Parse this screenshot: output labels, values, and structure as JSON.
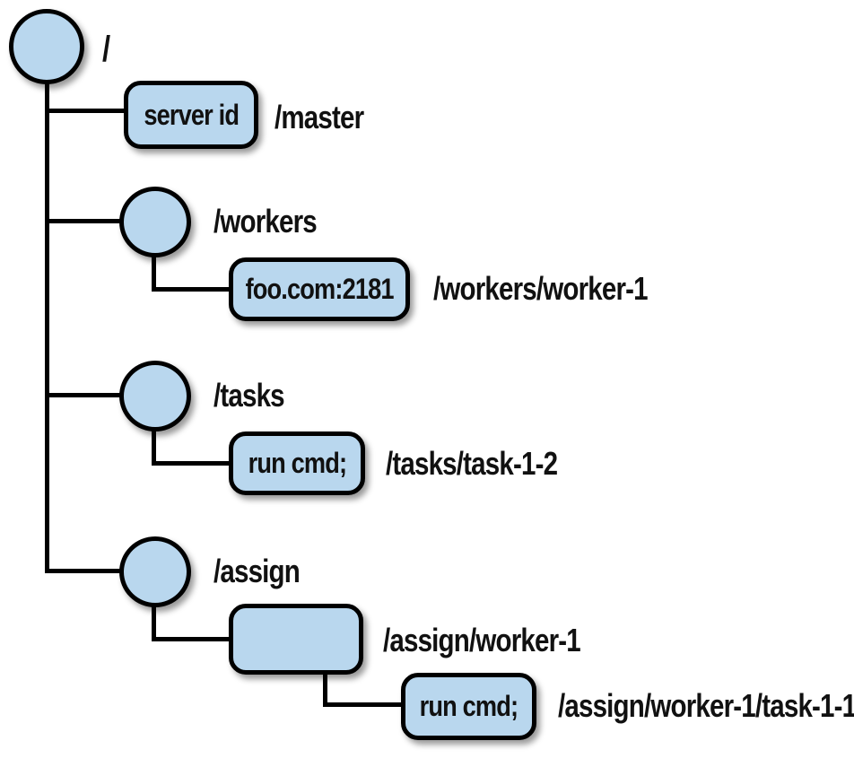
{
  "tree": {
    "root": {
      "path": "/"
    },
    "nodes": [
      {
        "path": "/master",
        "data": "server id"
      },
      {
        "path": "/workers",
        "data": ""
      },
      {
        "path": "/workers/worker-1",
        "data": "foo.com:2181"
      },
      {
        "path": "/tasks",
        "data": ""
      },
      {
        "path": "/tasks/task-1-2",
        "data": "run cmd;"
      },
      {
        "path": "/assign",
        "data": ""
      },
      {
        "path": "/assign/worker-1",
        "data": ""
      },
      {
        "path": "/assign/worker-1/task-1-1",
        "data": "run cmd;"
      }
    ],
    "colors": {
      "node_fill": "#b9d7ee",
      "node_stroke": "#000000",
      "background": "#ffffff"
    }
  }
}
